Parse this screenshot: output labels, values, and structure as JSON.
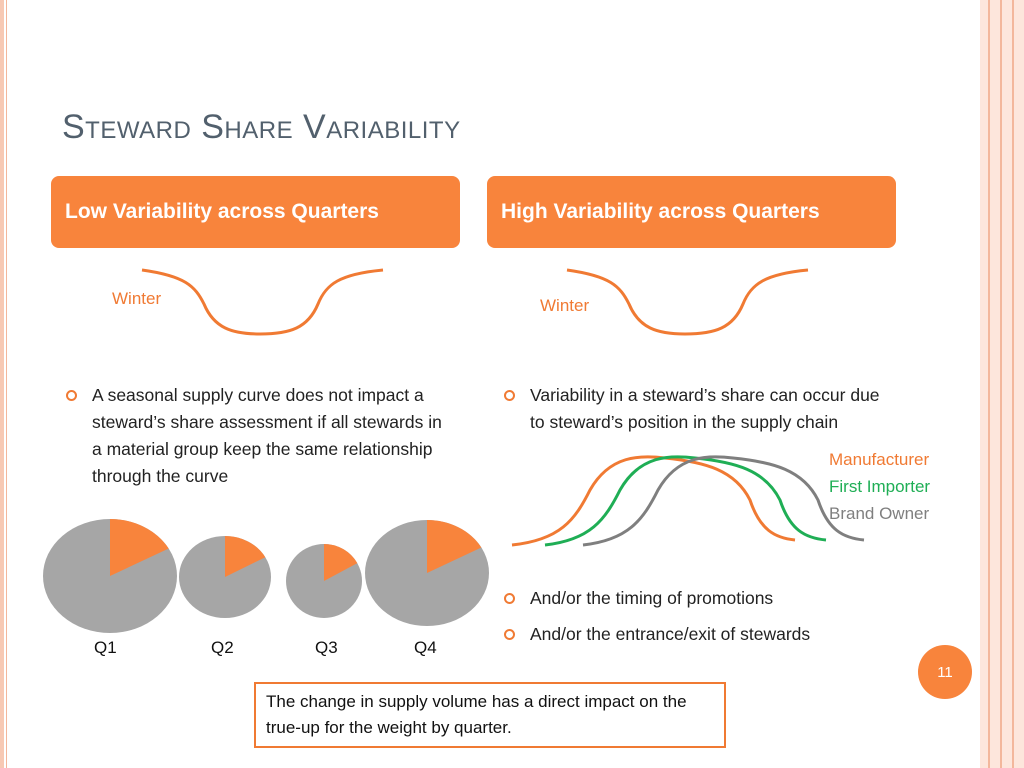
{
  "slide": {
    "title": "Steward Share Variability",
    "page_number": "11"
  },
  "left": {
    "header": "Low Variability across Quarters",
    "season_label": "Winter",
    "bullets": [
      "A seasonal supply curve does not impact a steward’s share assessment if all stewards in a material group keep the same relationship through the curve"
    ],
    "pies": [
      {
        "label": "Q1",
        "share": 0.17
      },
      {
        "label": "Q2",
        "share": 0.17
      },
      {
        "label": "Q3",
        "share": 0.17
      },
      {
        "label": "Q4",
        "share": 0.17
      }
    ]
  },
  "right": {
    "header": "High Variability across Quarters",
    "season_label": "Winter",
    "bullets_top": [
      "Variability in a steward’s share can occur due to steward’s position in the supply chain"
    ],
    "legend": [
      {
        "name": "Manufacturer",
        "color": "#f07a33"
      },
      {
        "name": "First Importer",
        "color": "#1fae55"
      },
      {
        "name": "Brand Owner",
        "color": "#7f7f7f"
      }
    ],
    "bullets_bottom": [
      "And/or the timing of promotions",
      "And/or the entrance/exit of stewards"
    ]
  },
  "note": "The change in supply volume has a direct impact on the true-up for the weight by quarter.",
  "colors": {
    "accent": "#f8843c",
    "pie_slice": "#f8843c",
    "pie_rest": "#a6a6a6"
  }
}
